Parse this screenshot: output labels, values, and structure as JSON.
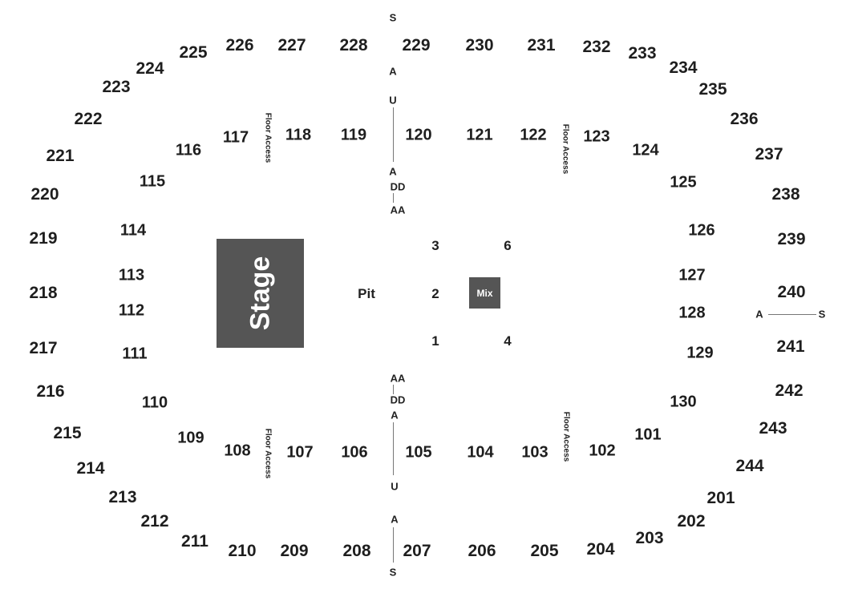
{
  "stage_label": "Stage",
  "mix_label": "Mix",
  "pit_label": "Pit",
  "floor_access_label": "Floor Access",
  "upper_sections": [
    "225",
    "226",
    "227",
    "228",
    "229",
    "230",
    "231",
    "232",
    "233",
    "234",
    "224",
    "223",
    "235",
    "222",
    "236",
    "221",
    "237",
    "220",
    "238",
    "219",
    "239",
    "218",
    "240",
    "217",
    "241",
    "216",
    "242",
    "215",
    "243",
    "214",
    "244",
    "213",
    "201",
    "212",
    "202",
    "211",
    "203",
    "210",
    "209",
    "208",
    "207",
    "206",
    "205",
    "204"
  ],
  "lower_sections": [
    "117",
    "118",
    "119",
    "120",
    "121",
    "122",
    "123",
    "116",
    "124",
    "115",
    "125",
    "114",
    "126",
    "113",
    "127",
    "112",
    "128",
    "111",
    "129",
    "110",
    "130",
    "109",
    "101",
    "108",
    "107",
    "106",
    "105",
    "104",
    "103",
    "102"
  ],
  "pit_sections": [
    "3",
    "6",
    "2",
    "1",
    "4"
  ],
  "aisle_labels": [
    "S",
    "A",
    "U",
    "A",
    "DD",
    "AA",
    "AA",
    "DD",
    "A",
    "U",
    "A",
    "S",
    "A",
    "S"
  ]
}
